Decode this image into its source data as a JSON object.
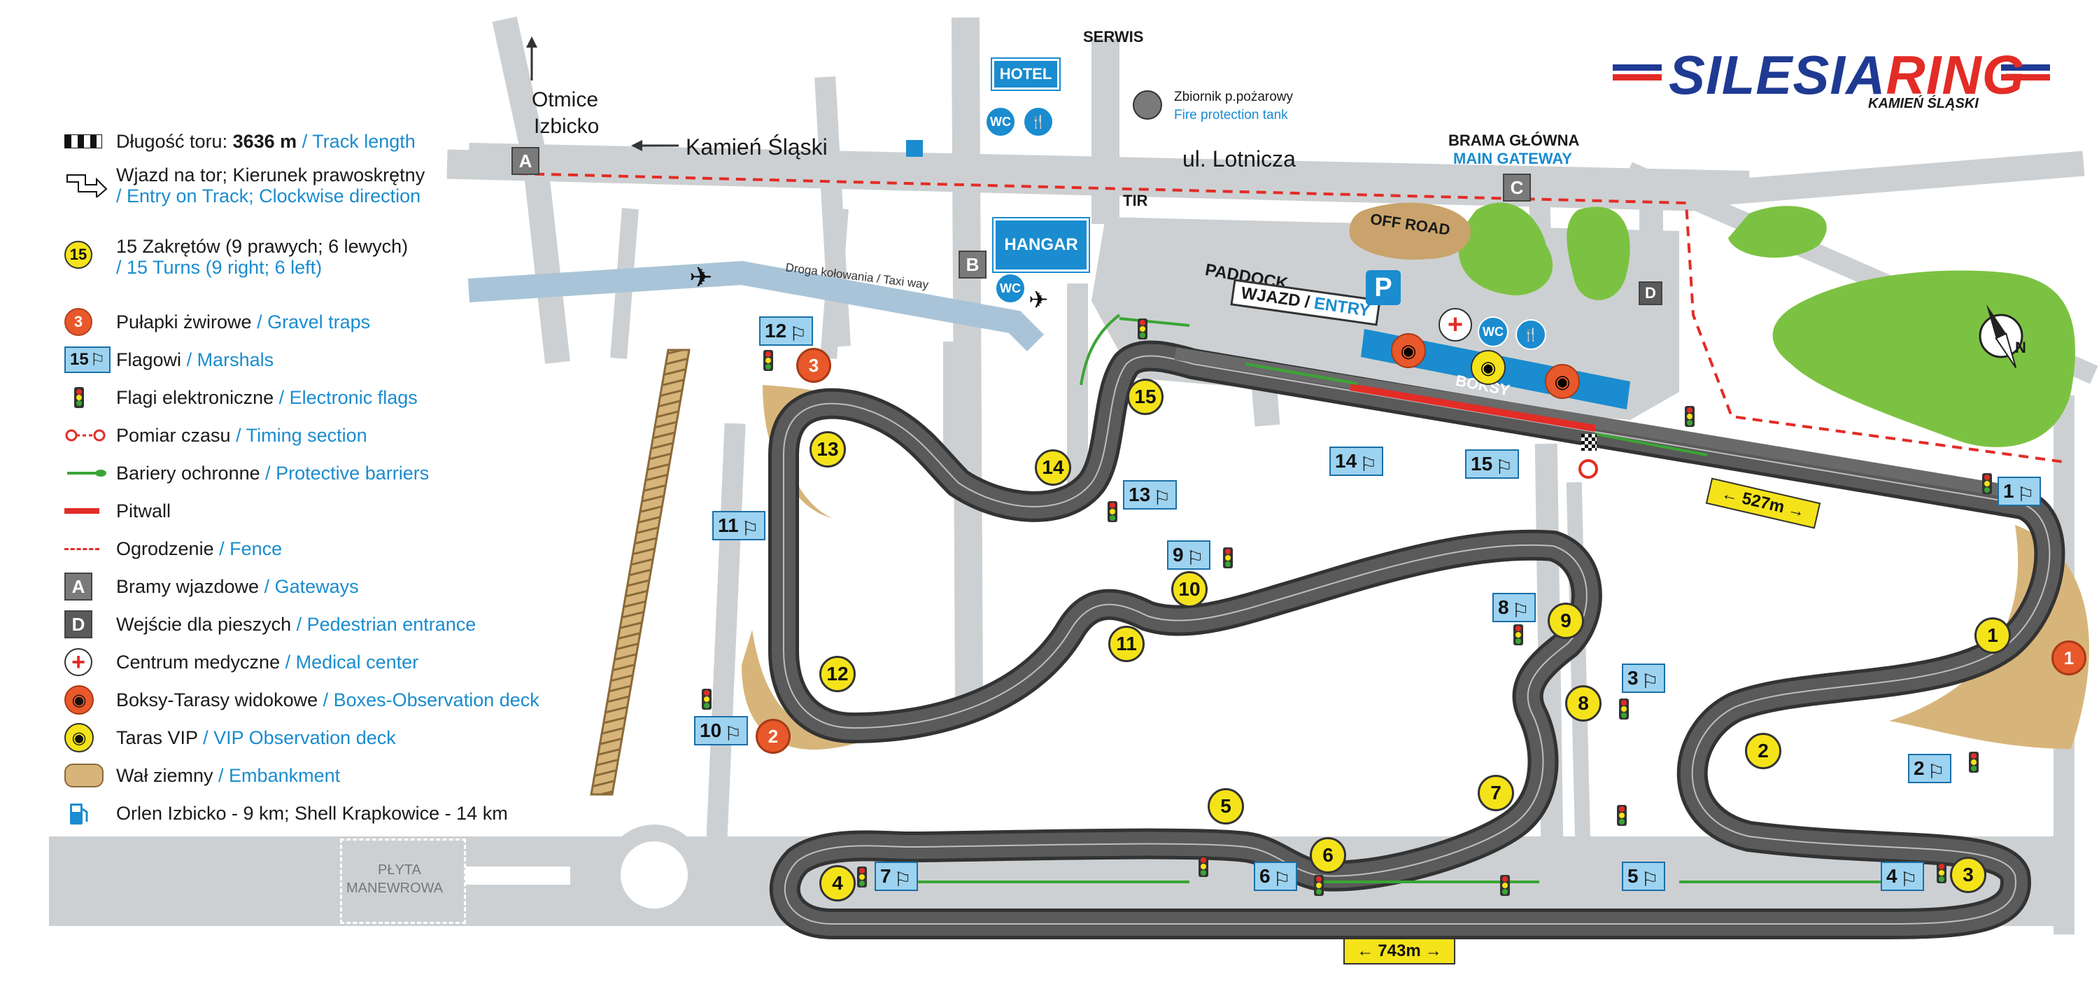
{
  "logo": {
    "brand_part1": "SILESIA",
    "brand_part2": "RING",
    "subtitle": "KAMIEŃ ŚLĄSKI"
  },
  "legend": [
    {
      "icon": "checkered-flag-icon",
      "pl": "Długość toru:",
      "pl_bold": "3636 m",
      "en": "/ Track length"
    },
    {
      "icon": "entry-arrow-icon",
      "pl": "Wjazd na tor; Kierunek prawoskrętny",
      "en": "/  Entry on Track; Clockwise direction"
    },
    {
      "icon": "turn-number-icon",
      "icon_text": "15",
      "pl": "15 Zakrętów (9 prawych; 6 lewych)",
      "en": "/ 15 Turns (9 right; 6 left)"
    },
    {
      "icon": "gravel-trap-icon",
      "icon_text": "3",
      "pl": "Pułapki żwirowe",
      "en": "/ Gravel traps"
    },
    {
      "icon": "marshal-post-icon",
      "icon_text": "15",
      "pl": "Flagowi",
      "en": "/ Marshals"
    },
    {
      "icon": "electronic-flag-icon",
      "pl": "Flagi elektroniczne",
      "en": "/ Electronic flags"
    },
    {
      "icon": "timing-section-icon",
      "pl": "Pomiar czasu",
      "en": "/ Timing section"
    },
    {
      "icon": "protective-barrier-icon",
      "pl": "Bariery ochronne",
      "en": "/ Protective barriers"
    },
    {
      "icon": "pitwall-icon",
      "pl": "Pitwall",
      "en": ""
    },
    {
      "icon": "fence-icon",
      "pl": "Ogrodzenie",
      "en": "/ Fence"
    },
    {
      "icon": "gateway-icon",
      "icon_text": "A",
      "pl": "Bramy wjazdowe",
      "en": "/ Gateways"
    },
    {
      "icon": "pedestrian-entrance-icon",
      "icon_text": "D",
      "pl": "Wejście dla pieszych",
      "en": "/ Pedestrian entrance"
    },
    {
      "icon": "medical-cross-icon",
      "pl": "Centrum medyczne",
      "en": "/ Medical center"
    },
    {
      "icon": "observation-eye-icon",
      "pl": "Boksy-Tarasy widokowe",
      "en": "/ Boxes-Observation deck"
    },
    {
      "icon": "vip-eye-icon",
      "pl": "Taras VIP",
      "en": "/ VIP Observation deck"
    },
    {
      "icon": "embankment-icon",
      "pl": "Wał ziemny",
      "en": "/ Embankment"
    },
    {
      "icon": "fuel-pump-icon",
      "pl": "Orlen Izbicko - 9 km; Shell Krapkowice - 14 km",
      "en": ""
    }
  ],
  "places": {
    "otmice": "Otmice",
    "izbicko": "Izbicko",
    "kamien": "Kamień Śląski",
    "lotnicza": "ul. Lotnicza",
    "serwis": "SERWIS",
    "hotel": "HOTEL",
    "hangar": "HANGAR",
    "tank_pl": "Zbiornik p.pożarowy",
    "tank_en": "Fire protection tank",
    "brama_pl": "BRAMA GŁÓWNA",
    "brama_en": "MAIN GATEWAY",
    "tir": "TIR",
    "paddock": "PADDOCK",
    "offroad": "OFF ROAD",
    "taxiway": "Droga kołowania / Taxi way",
    "wjazd_pl": "WJAZD /",
    "wjazd_en": "ENTRY",
    "boksy": "BOKSY",
    "plyta1": "PŁYTA",
    "plyta2": "MANEWROWA",
    "wc": "WC",
    "parking": "P",
    "compass": "N"
  },
  "gates": [
    "A",
    "B",
    "C",
    "D"
  ],
  "turns": [
    "1",
    "2",
    "3",
    "4",
    "5",
    "6",
    "7",
    "8",
    "9",
    "10",
    "11",
    "12",
    "13",
    "14",
    "15"
  ],
  "gravel_traps": [
    "1",
    "2",
    "3"
  ],
  "marshals": [
    "1",
    "2",
    "3",
    "4",
    "5",
    "6",
    "7",
    "8",
    "9",
    "10",
    "11",
    "12",
    "13",
    "14",
    "15"
  ],
  "distances": {
    "main_straight": "527m",
    "back_straight": "743m"
  },
  "colors": {
    "brand_blue": "#1f3a93",
    "brand_red": "#e32c26",
    "accent_blue": "#1a8ccf",
    "turn_yellow": "#f5e31a",
    "gravel_orange": "#e8582a",
    "grass": "#7cc242",
    "embankment": "#d7b57a",
    "track": "#555555"
  }
}
